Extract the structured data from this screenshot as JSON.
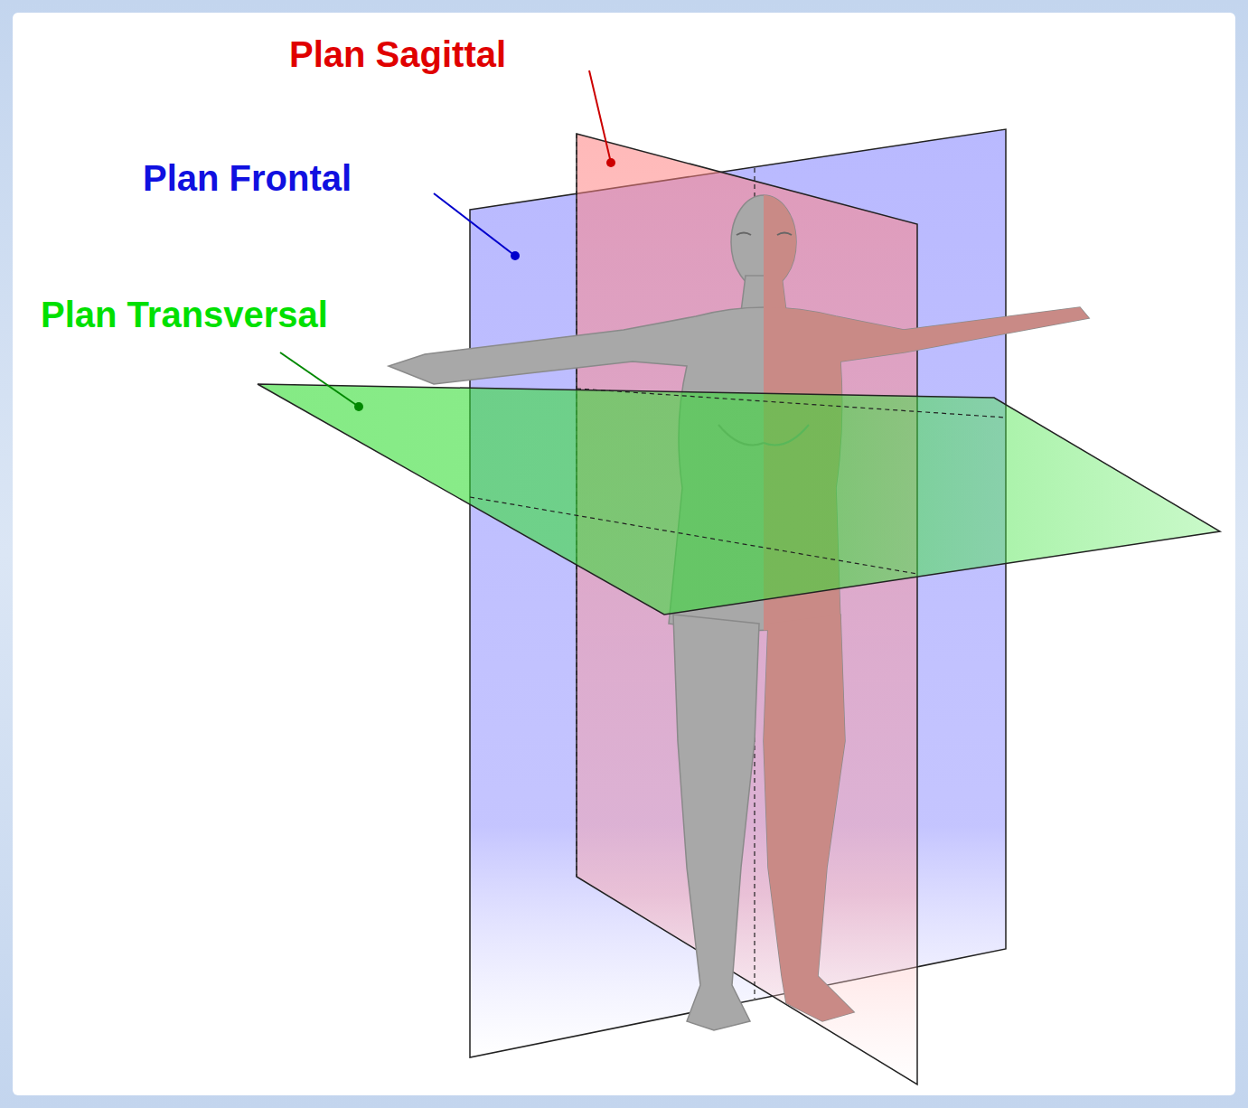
{
  "diagram": {
    "labels": [
      "Plan Sagittal",
      "Plan Frontal",
      "Plan Transversal"
    ]
  }
}
